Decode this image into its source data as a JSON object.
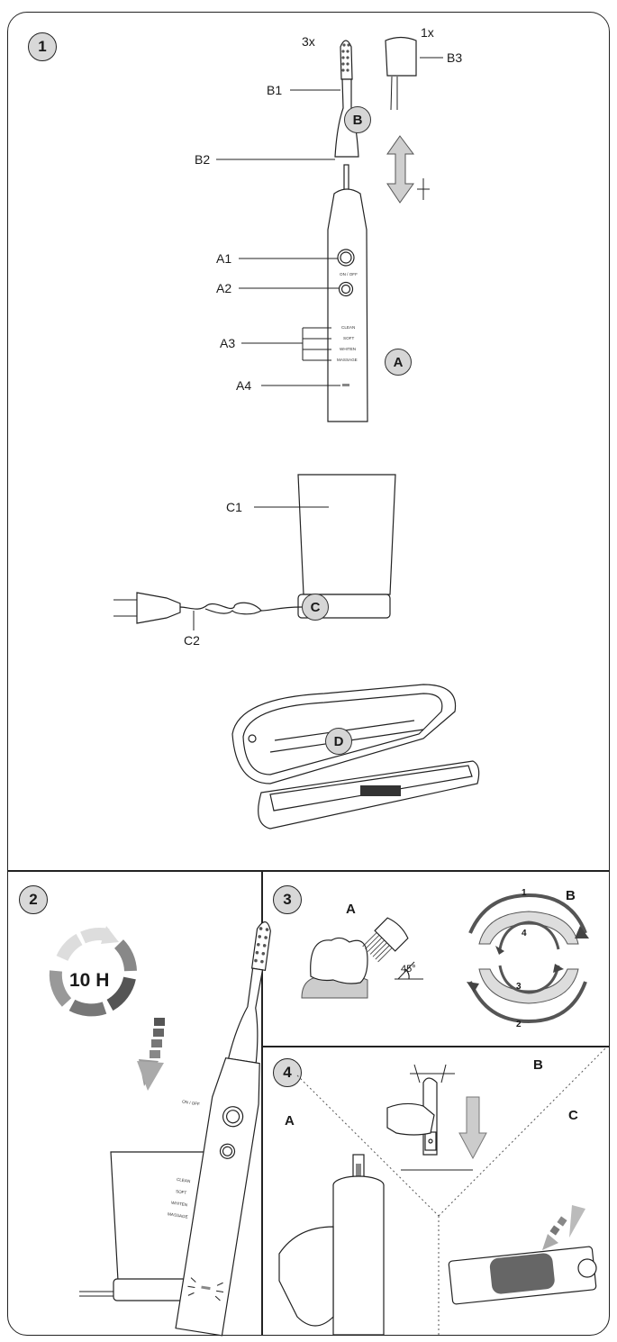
{
  "sections": {
    "s1": {
      "number": "1"
    },
    "s2": {
      "number": "2",
      "charge_time": "10 H"
    },
    "s3": {
      "number": "3",
      "label_a": "A",
      "label_b": "B",
      "angle": "45°",
      "zones": [
        "1",
        "2",
        "3",
        "4"
      ]
    },
    "s4": {
      "number": "4",
      "label_a": "A",
      "label_b": "B",
      "label_c": "C"
    }
  },
  "parts": {
    "qty_heads": "3x",
    "qty_cap": "1x",
    "B": "B",
    "B1": "B1",
    "B2": "B2",
    "B3": "B3",
    "A": "A",
    "A1": "A1",
    "A2": "A2",
    "A3": "A3",
    "A4": "A4",
    "C": "C",
    "C1": "C1",
    "C2": "C2",
    "D": "D"
  },
  "handle_print": {
    "power": "ON / OFF",
    "modes": [
      "CLEAN",
      "SOFT",
      "WHITEN",
      "MASSAGE"
    ]
  },
  "colors": {
    "badge_fill": "#d8d8d8",
    "arrow_gray": "#999999",
    "ring_dark": "#555555"
  }
}
